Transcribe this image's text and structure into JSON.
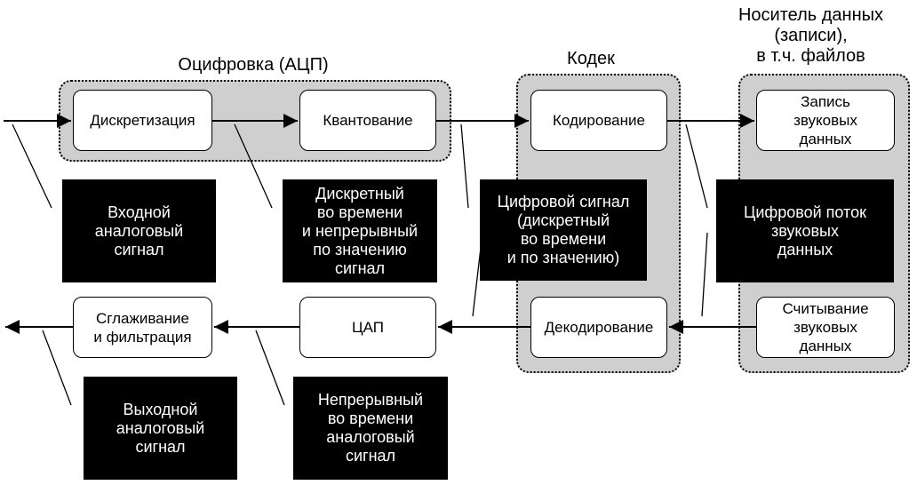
{
  "groups": {
    "adc": "Оцифровка (АЦП)",
    "codec": "Кодек",
    "storage": "Носитель данных\n(записи),\nв т.ч. файлов"
  },
  "blocks": {
    "sampling": "Дискретизация",
    "quantization": "Квантование",
    "encoding": "Кодирование",
    "write": "Запись\nзвуковых\nданных",
    "smoothing": "Сглаживание\nи фильтрация",
    "dac": "ЦАП",
    "decoding": "Декодирование",
    "read": "Считывание\nзвуковых\nданных"
  },
  "notes": {
    "input_signal": "Входной\nаналоговый\nсигнал",
    "discrete_time": "Дискретный\nво времени\nи непрерывный\nпо значению\nсигнал",
    "digital_signal": "Цифровой сигнал\n(дискретный\nво времени\nи по значению)",
    "digital_stream": "Цифровой поток\nзвуковых\nданных",
    "output_signal": "Выходной\nаналоговый\nсигнал",
    "continuous_signal": "Непрерывный\nво времени\nаналоговый\nсигнал"
  }
}
